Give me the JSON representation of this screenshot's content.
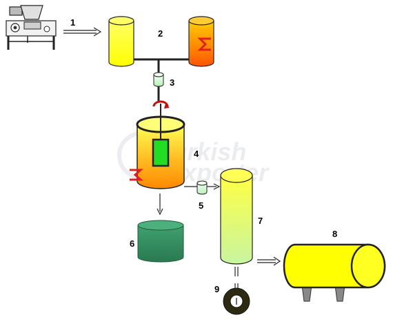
{
  "watermark": {
    "line1": "Turkish",
    "line2": "exporter"
  },
  "labels": {
    "n1": "1",
    "n2": "2",
    "n3": "3",
    "n4": "4",
    "n5": "5",
    "n6": "6",
    "n7": "7",
    "n8": "8",
    "n9": "9"
  },
  "colors": {
    "yellow": "#ffff33",
    "orange": "#ff8a00",
    "green_tank": "#2e8b57",
    "heater": "#e02020",
    "dark": "#2b2b2b"
  }
}
